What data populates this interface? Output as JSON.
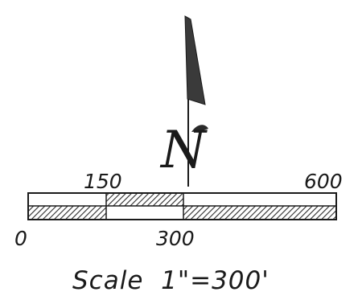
{
  "north_arrow": {
    "label": "N",
    "icon": "north-arrow-icon",
    "color": "#3a3a3a"
  },
  "scale_bar": {
    "ticks_top": [
      "150",
      "600"
    ],
    "ticks_bottom": [
      "0",
      "300"
    ],
    "text": "Scale  1\"=300'",
    "hatch_color": "#2b2b2b"
  }
}
